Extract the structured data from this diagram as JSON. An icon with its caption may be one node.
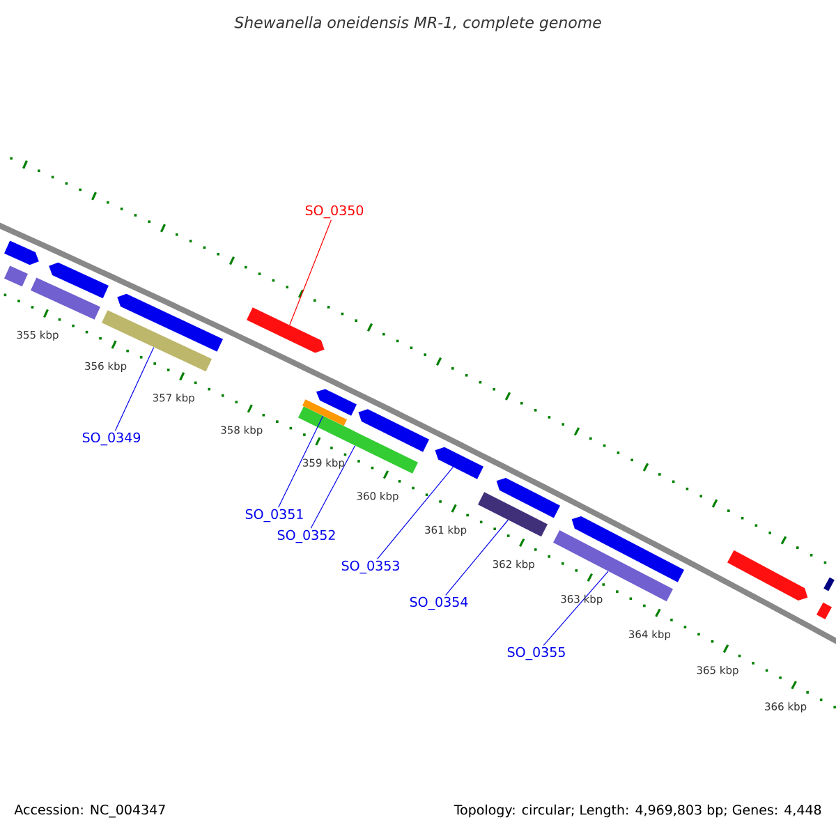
{
  "diagram": {
    "title": "Shewanella oneidensis MR-1, complete genome",
    "nodes": [
      {
        "text": [
          "SO_0350"
        ]
      },
      {
        "text": [
          "SO_0349"
        ]
      },
      {
        "text": [
          "SO_0351"
        ]
      },
      {
        "text": [
          "SO_0352"
        ]
      },
      {
        "text": [
          "SO_0353"
        ]
      },
      {
        "text": [
          "SO_0354"
        ]
      },
      {
        "text": [
          "SO_0355"
        ]
      },
      {
        "text": [],
        "shape": "bar"
      },
      {
        "text": [],
        "shape": "arrow"
      },
      {
        "text": [],
        "shape": "bar"
      },
      {
        "text": [],
        "shape": "arrow"
      },
      {
        "text": [],
        "shape": "bar"
      },
      {
        "text": [],
        "shape": "arrow"
      },
      {
        "text": [],
        "shape": "arrow"
      },
      {
        "text": [],
        "shape": "bar"
      },
      {
        "text": [],
        "shape": "bar"
      },
      {
        "text": [],
        "shape": "arrow"
      },
      {
        "text": [],
        "shape": "arrow"
      },
      {
        "text": [],
        "shape": "arrow"
      },
      {
        "text": [],
        "shape": "bar"
      },
      {
        "text": [],
        "shape": "arrow"
      },
      {
        "text": [],
        "shape": "bar"
      },
      {
        "text": [],
        "shape": "arrow"
      },
      {
        "text": [],
        "shape": "arrow"
      },
      {
        "text": [],
        "shape": "bar"
      },
      {
        "text": [],
        "shape": "bar"
      }
    ],
    "edges": [
      {
        "from": 0,
        "to": 13,
        "arrow": "none",
        "color": "#ff0000"
      },
      {
        "from": 1,
        "to": 11,
        "arrow": "none"
      },
      {
        "from": 2,
        "to": 15,
        "arrow": "none"
      },
      {
        "from": 3,
        "to": 14,
        "arrow": "none"
      },
      {
        "from": 4,
        "to": 18,
        "arrow": "none"
      },
      {
        "from": 5,
        "to": 19,
        "arrow": "none"
      },
      {
        "from": 6,
        "to": 21,
        "arrow": "none"
      }
    ],
    "labels": [
      "355 kbp",
      "356 kbp",
      "357 kbp",
      "358 kbp",
      "359 kbp",
      "360 kbp",
      "361 kbp",
      "362 kbp",
      "363 kbp",
      "364 kbp",
      "365 kbp",
      "366 kbp",
      "Accession: NC_004347",
      "Topology: circular; Length: 4,969,803 bp; Genes: 4,448"
    ]
  }
}
